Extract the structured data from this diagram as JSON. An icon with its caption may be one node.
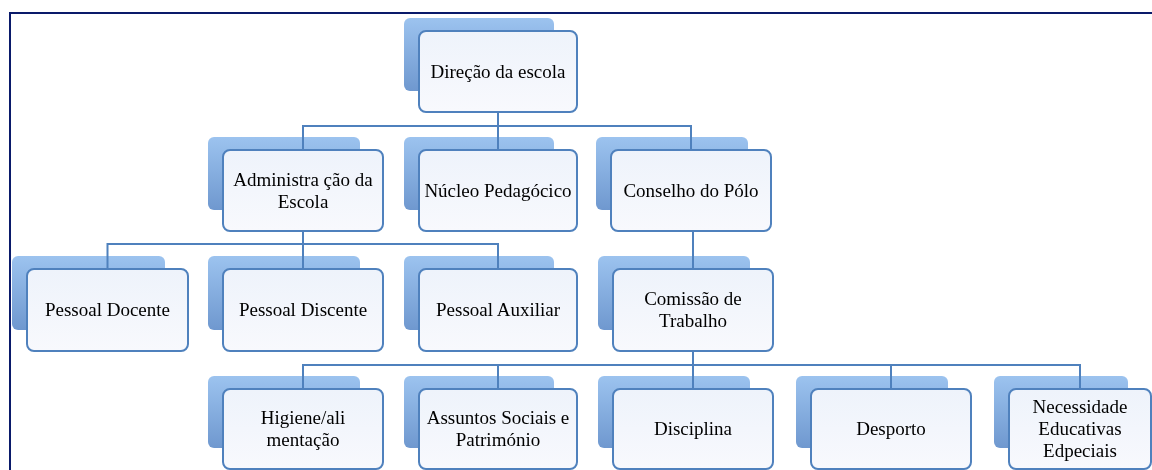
{
  "diagram": {
    "nodes": [
      {
        "text": [
          "Direção da escola"
        ]
      },
      {
        "text": [
          "Administra ção da Escola"
        ]
      },
      {
        "text": [
          "Núcleo Pedagócico"
        ]
      },
      {
        "text": [
          "Conselho do Pólo"
        ]
      },
      {
        "text": [
          "Pessoal Docente"
        ]
      },
      {
        "text": [
          "Pessoal Discente"
        ]
      },
      {
        "text": [
          "Pessoal Auxiliar"
        ]
      },
      {
        "text": [
          "Comissão de Trabalho"
        ]
      },
      {
        "text": [
          "Higiene/ali mentação"
        ]
      },
      {
        "text": [
          "Assuntos Sociais e Património"
        ]
      },
      {
        "text": [
          "Disciplina"
        ]
      },
      {
        "text": [
          "Desporto"
        ]
      },
      {
        "text": [
          "Necessidade Educativas Edpeciais"
        ]
      }
    ],
    "edges": [
      {
        "from": 0,
        "to": 1,
        "arrow": "none"
      },
      {
        "from": 0,
        "to": 2,
        "arrow": "none"
      },
      {
        "from": 0,
        "to": 3,
        "arrow": "none"
      },
      {
        "from": 1,
        "to": 4,
        "arrow": "none"
      },
      {
        "from": 1,
        "to": 5,
        "arrow": "none"
      },
      {
        "from": 1,
        "to": 6,
        "arrow": "none"
      },
      {
        "from": 3,
        "to": 7,
        "arrow": "none"
      },
      {
        "from": 7,
        "to": 8,
        "arrow": "none"
      },
      {
        "from": 7,
        "to": 9,
        "arrow": "none"
      },
      {
        "from": 7,
        "to": 10,
        "arrow": "none"
      },
      {
        "from": 7,
        "to": 11,
        "arrow": "none"
      },
      {
        "from": 7,
        "to": 12,
        "arrow": "none"
      }
    ]
  }
}
